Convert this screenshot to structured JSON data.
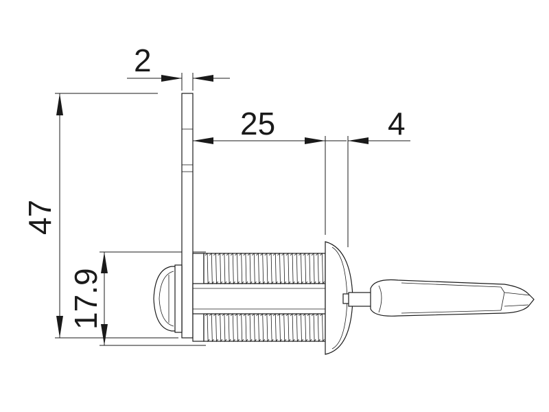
{
  "dimensions": {
    "plate_thickness": "2",
    "body_length": "25",
    "head_width": "4",
    "plate_height": "47",
    "thread_diameter": "17.9"
  },
  "colors": {
    "line": "#1a1a1a",
    "background": "#ffffff"
  }
}
